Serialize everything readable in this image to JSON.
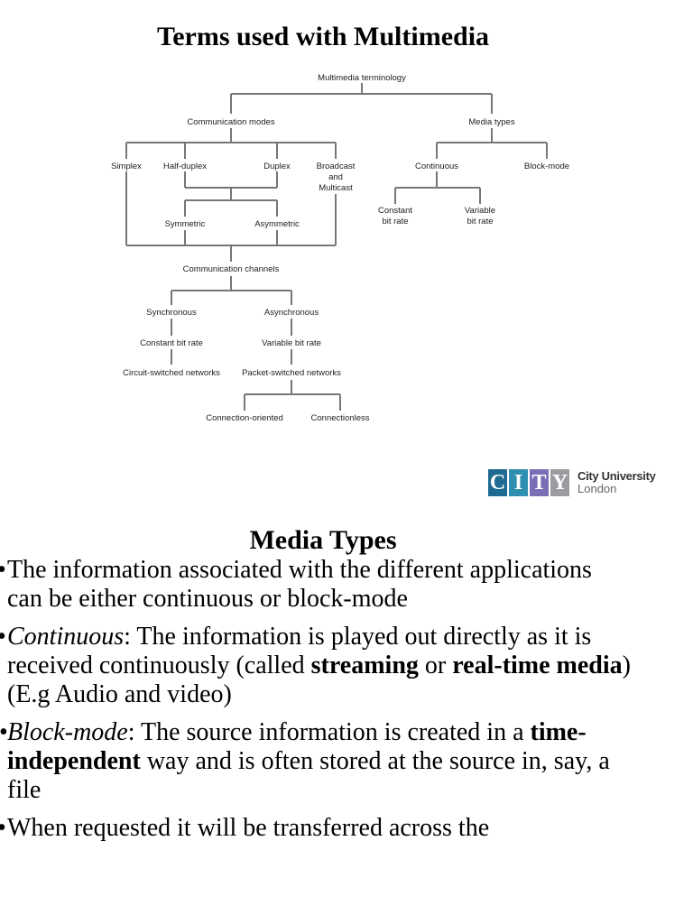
{
  "slide1": {
    "title": "Terms used with Multimedia",
    "diagram": {
      "root": "Multimedia terminology",
      "communication_modes": "Communication modes",
      "media_types": "Media types",
      "simplex": "Simplex",
      "half_duplex": "Half-duplex",
      "duplex": "Duplex",
      "broadcast": [
        "Broadcast",
        "and",
        "Multicast"
      ],
      "continuous": "Continuous",
      "block_mode": "Block-mode",
      "symmetric": "Symmetric",
      "asymmetric": "Asymmetric",
      "constant_bit_rate_short": [
        "Constant",
        "bit rate"
      ],
      "variable_bit_rate_short": [
        "Variable",
        "bit rate"
      ],
      "communication_channels": "Communication channels",
      "synchronous": "Synchronous",
      "asynchronous": "Asynchronous",
      "constant_bit_rate": "Constant bit rate",
      "variable_bit_rate": "Variable bit rate",
      "circuit_switched": "Circuit-switched networks",
      "packet_switched": "Packet-switched networks",
      "connection_oriented": "Connection-oriented",
      "connectionless": "Connectionless"
    },
    "logo": {
      "letters": [
        "C",
        "I",
        "T",
        "Y"
      ],
      "line1": "City University",
      "line2": "London"
    }
  },
  "slide2": {
    "title": "Media Types",
    "bullets": [
      {
        "mark": "•",
        "runs": [
          {
            "t": "The information associated with the different applications can be either continuous or block-mode",
            "s": "n"
          }
        ]
      },
      {
        "mark": "•",
        "runs": [
          {
            "t": "Continuous",
            "s": "i"
          },
          {
            "t": ": The information is played out directly as it is received continuously (called ",
            "s": "n"
          },
          {
            "t": "streaming",
            "s": "b"
          },
          {
            "t": " or ",
            "s": "n"
          },
          {
            "t": "real-time media",
            "s": "b"
          },
          {
            "t": ") (E.g Audio and video)",
            "s": "n"
          }
        ]
      },
      {
        "mark": "•",
        "runs": [
          {
            "t": "Block-mode",
            "s": "i"
          },
          {
            "t": ": The source information is created in a ",
            "s": "n"
          },
          {
            "t": "time-independent",
            "s": "b"
          },
          {
            "t": " way and is often stored at the source in, say, a file",
            "s": "n"
          }
        ]
      },
      {
        "mark": "•",
        "runs": [
          {
            "t": "When requested it will be transferred across the",
            "s": "n"
          }
        ]
      }
    ]
  }
}
